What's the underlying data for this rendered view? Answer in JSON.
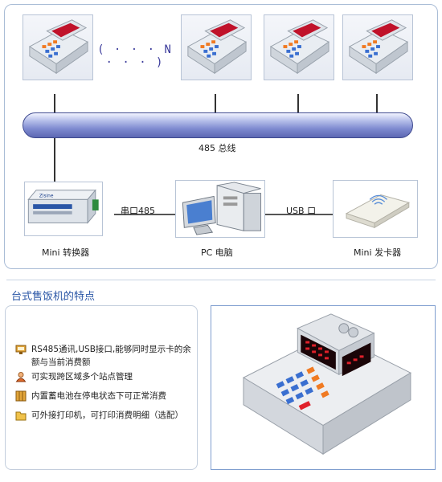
{
  "diagram": {
    "terminal_ellipsis": "( · · · N · · · )",
    "bus_label": "485 总线",
    "converter_label": "Mini 转换器",
    "converter_brand": "Zisine",
    "pc_label": "PC 电脑",
    "card_issuer_label": "Mini 发卡器",
    "serial_link_label": "串口485",
    "usb_link_label": "USB 口"
  },
  "features_section": {
    "title": "台式售饭机的特点",
    "items": [
      {
        "icon": "monitor-icon",
        "text": "RS485通讯,USB接口,能够同时显示卡的余额与当前消费额"
      },
      {
        "icon": "user-icon",
        "text": "可实现跨区域多个站点管理"
      },
      {
        "icon": "battery-icon",
        "text": "内置蓄电池在停电状态下可正常消费"
      },
      {
        "icon": "folder-icon",
        "text": "可外接打印机，可打印消费明细（选配）"
      }
    ]
  },
  "colors": {
    "title_blue": "#2a56a6",
    "bus_blue": "#7d89cf",
    "led_red": "#e0202a",
    "key_orange": "#f07a22",
    "key_blue": "#3a6fd0"
  }
}
